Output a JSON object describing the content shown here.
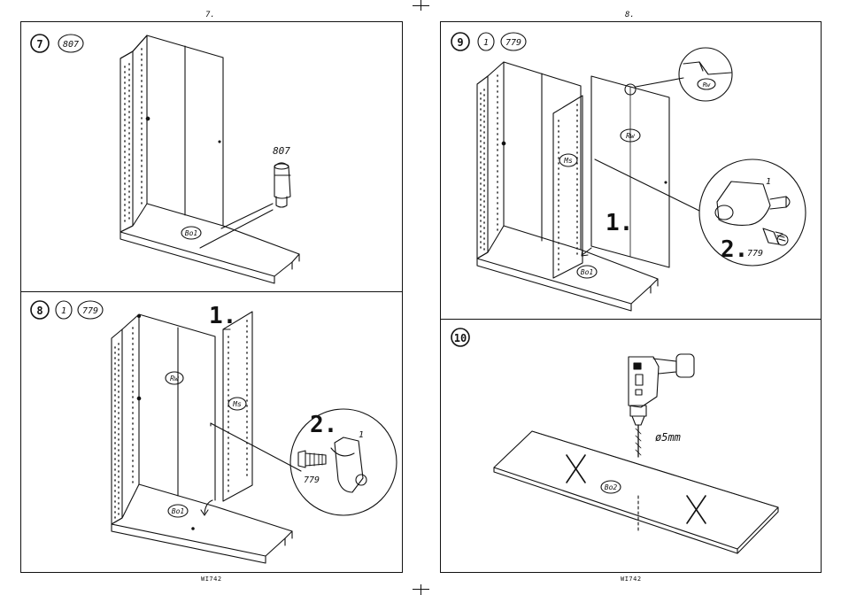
{
  "left_page": {
    "page_number": "7.",
    "footer_code": "WI742",
    "step7": {
      "step_number": "7",
      "part_badge": "807",
      "part_callout": "807",
      "base_label": "Bo1"
    },
    "step8": {
      "step_number": "8",
      "qty_badge": "1",
      "part_badge": "779",
      "substep1": "1.",
      "substep2": "2.",
      "back_label": "Rw",
      "mid_label": "Ms",
      "base_label": "Bo1",
      "bracket_label": "1",
      "screw_label": "779"
    }
  },
  "right_page": {
    "page_number": "8.",
    "footer_code": "WI742",
    "step9": {
      "step_number": "9",
      "qty_badge": "1",
      "part_badge": "779",
      "substep1": "1.",
      "substep2": "2.",
      "back_label": "Rw",
      "detail_label": "Rw",
      "mid_label": "Ms",
      "base_label": "Bo1",
      "bracket_label": "1",
      "screw_label": "779"
    },
    "step10": {
      "step_number": "10",
      "drill_size": "ø5mm",
      "panel_label": "Bo2"
    }
  }
}
